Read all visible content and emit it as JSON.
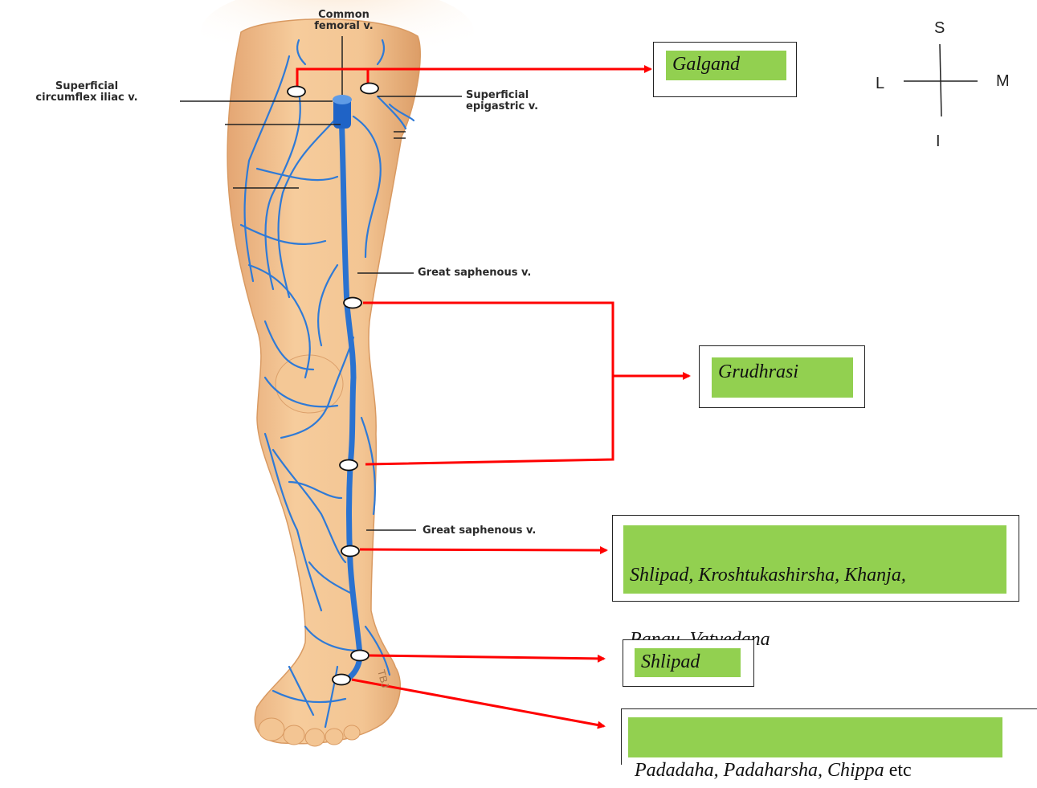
{
  "anatomy_labels": {
    "common_femoral": "Common\nfemoral v.",
    "superficial_circumflex": "Superficial\ncircumflex iliac v.",
    "superficial_epigastric": "Superficial\nepigastric v.",
    "great_saphenous_upper": "Great saphenous v.",
    "great_saphenous_lower": "Great saphenous v."
  },
  "callouts": {
    "galgand": "Galgand",
    "grudhrasi": "Grudhrasi",
    "shlipad_group_line1": "Shlipad, Kroshtukashirsha, Khanja,",
    "shlipad_group_line2": "Pangu, Vatvedana",
    "shlipad": "Shlipad",
    "padadaha_italic": "Padadaha, Padaharsha, Chippa",
    "padadaha_suffix": " etc"
  },
  "compass": {
    "superior": "S",
    "lateral": "L",
    "medial": "M",
    "inferior": "I"
  },
  "watermark": "TBJ",
  "colors": {
    "skin": "#f2c08d",
    "skin_shadow": "#d89a63",
    "vein": "#2f7ad6",
    "vein_dark": "#1d5fb8",
    "arrow": "#ff0000",
    "callout_fill": "#92d050"
  }
}
